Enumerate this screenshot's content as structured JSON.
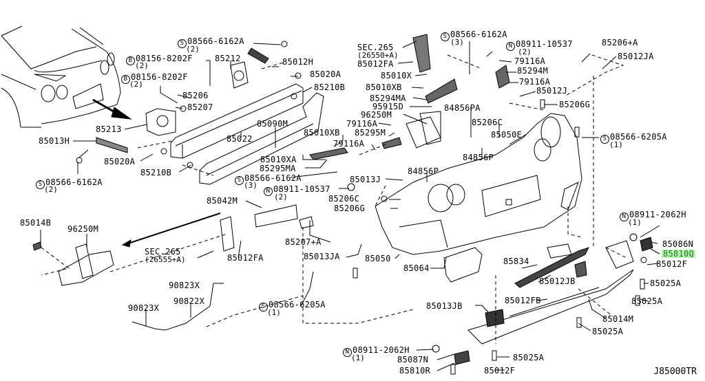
{
  "diagram": {
    "title": "Rear bumper exploded parts diagram",
    "drawing_code": "J85000TR",
    "highlight_color": "#b9f1b3",
    "highlight_text_color": "#1a7a22",
    "highlighted_part": "85810Q"
  },
  "labels": [
    {
      "id": "s-08566-6162A-top",
      "sym": "S",
      "text": "08566-6162A",
      "qty": "(2)"
    },
    {
      "id": "b-08156-8202F-1",
      "sym": "B",
      "text": "08156-8202F",
      "qty": "(2)"
    },
    {
      "id": "b-08156-8202F-2",
      "sym": "B",
      "text": "08156-8202F",
      "qty": "(2)"
    },
    {
      "id": "85212",
      "text": "85212"
    },
    {
      "id": "85012H",
      "text": "85012H"
    },
    {
      "id": "85020A-top",
      "text": "85020A"
    },
    {
      "id": "85210B-top",
      "text": "85210B"
    },
    {
      "id": "85206",
      "text": "85206"
    },
    {
      "id": "85207",
      "text": "85207"
    },
    {
      "id": "85213",
      "text": "85213"
    },
    {
      "id": "85013H",
      "text": "85013H"
    },
    {
      "id": "85020A-bottom",
      "text": "85020A"
    },
    {
      "id": "85210B-bottom",
      "text": "85210B"
    },
    {
      "id": "s-08566-6162A-left",
      "sym": "S",
      "text": "08566-6162A",
      "qty": "(2)"
    },
    {
      "id": "85090M",
      "text": "85090M"
    },
    {
      "id": "85022",
      "text": "85022"
    },
    {
      "id": "85010XB-mid",
      "text": "85010XB"
    },
    {
      "id": "85010XA",
      "text": "85010XA"
    },
    {
      "id": "85295MA",
      "text": "85295MA"
    },
    {
      "id": "s-08566-6162A-mid",
      "sym": "S",
      "text": "08566-6162A",
      "qty": "(3)"
    },
    {
      "id": "n-08911-10537-mid",
      "sym": "N",
      "text": "08911-10537",
      "qty": "(2)"
    },
    {
      "id": "sec265-26550",
      "text": "SEC.265",
      "qty": "(26550+A)"
    },
    {
      "id": "85012FA-top",
      "text": "85012FA"
    },
    {
      "id": "85010X",
      "text": "85010X"
    },
    {
      "id": "85010XB-top",
      "text": "85010XB"
    },
    {
      "id": "85294MA",
      "text": "85294MA"
    },
    {
      "id": "95915D",
      "text": "95915D"
    },
    {
      "id": "96250M-top",
      "text": "96250M"
    },
    {
      "id": "79116A-1",
      "text": "79116A"
    },
    {
      "id": "85295M",
      "text": "85295M"
    },
    {
      "id": "79116A-2",
      "text": "79116A"
    },
    {
      "id": "s-08566-6162A-top2",
      "sym": "S",
      "text": "08566-6162A",
      "qty": "(3)"
    },
    {
      "id": "n-08911-10537-top",
      "sym": "N",
      "text": "08911-10537",
      "qty": "(2)"
    },
    {
      "id": "79116A-3",
      "text": "79116A"
    },
    {
      "id": "85294M",
      "text": "85294M"
    },
    {
      "id": "79116A-4",
      "text": "79116A"
    },
    {
      "id": "85012J",
      "text": "85012J"
    },
    {
      "id": "84856PA",
      "text": "84856PA"
    },
    {
      "id": "85206C-top",
      "text": "85206C"
    },
    {
      "id": "85050E",
      "text": "85050E"
    },
    {
      "id": "84856P-1",
      "text": "84856P"
    },
    {
      "id": "84856P-2",
      "text": "84856P"
    },
    {
      "id": "85206+A",
      "text": "85206+A"
    },
    {
      "id": "85012JA",
      "text": "85012JA"
    },
    {
      "id": "85206G-top",
      "text": "85206G"
    },
    {
      "id": "s-08566-6205A-right",
      "sym": "S",
      "text": "08566-6205A",
      "qty": "(1)"
    },
    {
      "id": "85013J",
      "text": "85013J"
    },
    {
      "id": "85206C-mid",
      "text": "85206C"
    },
    {
      "id": "85206G-mid",
      "text": "85206G"
    },
    {
      "id": "85042M",
      "text": "85042M"
    },
    {
      "id": "85207+A",
      "text": "85207+A"
    },
    {
      "id": "85013JA",
      "text": "85013JA"
    },
    {
      "id": "85050",
      "text": "85050"
    },
    {
      "id": "85064",
      "text": "85064"
    },
    {
      "id": "85014B",
      "text": "85014B"
    },
    {
      "id": "96250M-left",
      "text": "96250M"
    },
    {
      "id": "sec265-26555",
      "text": "SEC.265",
      "qty": "(26555+A)"
    },
    {
      "id": "85012FA-bottom",
      "text": "85012FA"
    },
    {
      "id": "90823X-1",
      "text": "90823X"
    },
    {
      "id": "90823X-2",
      "text": "90823X"
    },
    {
      "id": "90822X",
      "text": "90822X"
    },
    {
      "id": "s-08566-6205A-bottom",
      "sym": "S",
      "text": "08566-6205A",
      "qty": "(1)"
    },
    {
      "id": "85834",
      "text": "85834"
    },
    {
      "id": "85012JB",
      "text": "85012JB"
    },
    {
      "id": "85012FB",
      "text": "85012FB"
    },
    {
      "id": "n-08911-2062H-right",
      "sym": "N",
      "text": "08911-2062H",
      "qty": "(1)"
    },
    {
      "id": "85086N",
      "text": "85086N"
    },
    {
      "id": "85810Q",
      "text": "85810Q"
    },
    {
      "id": "85012F-right",
      "text": "85012F"
    },
    {
      "id": "85025A-1",
      "text": "85025A"
    },
    {
      "id": "85025A-2",
      "text": "85025A"
    },
    {
      "id": "85014M",
      "text": "85014M"
    },
    {
      "id": "85025A-3",
      "text": "85025A"
    },
    {
      "id": "85013JB",
      "text": "85013JB"
    },
    {
      "id": "n-08911-2062H-bottom",
      "sym": "N",
      "text": "08911-2062H",
      "qty": "(1)"
    },
    {
      "id": "85087N",
      "text": "85087N"
    },
    {
      "id": "85810R",
      "text": "85810R"
    },
    {
      "id": "85012F-bottom",
      "text": "85012F"
    },
    {
      "id": "85025A-4",
      "text": "85025A"
    }
  ]
}
